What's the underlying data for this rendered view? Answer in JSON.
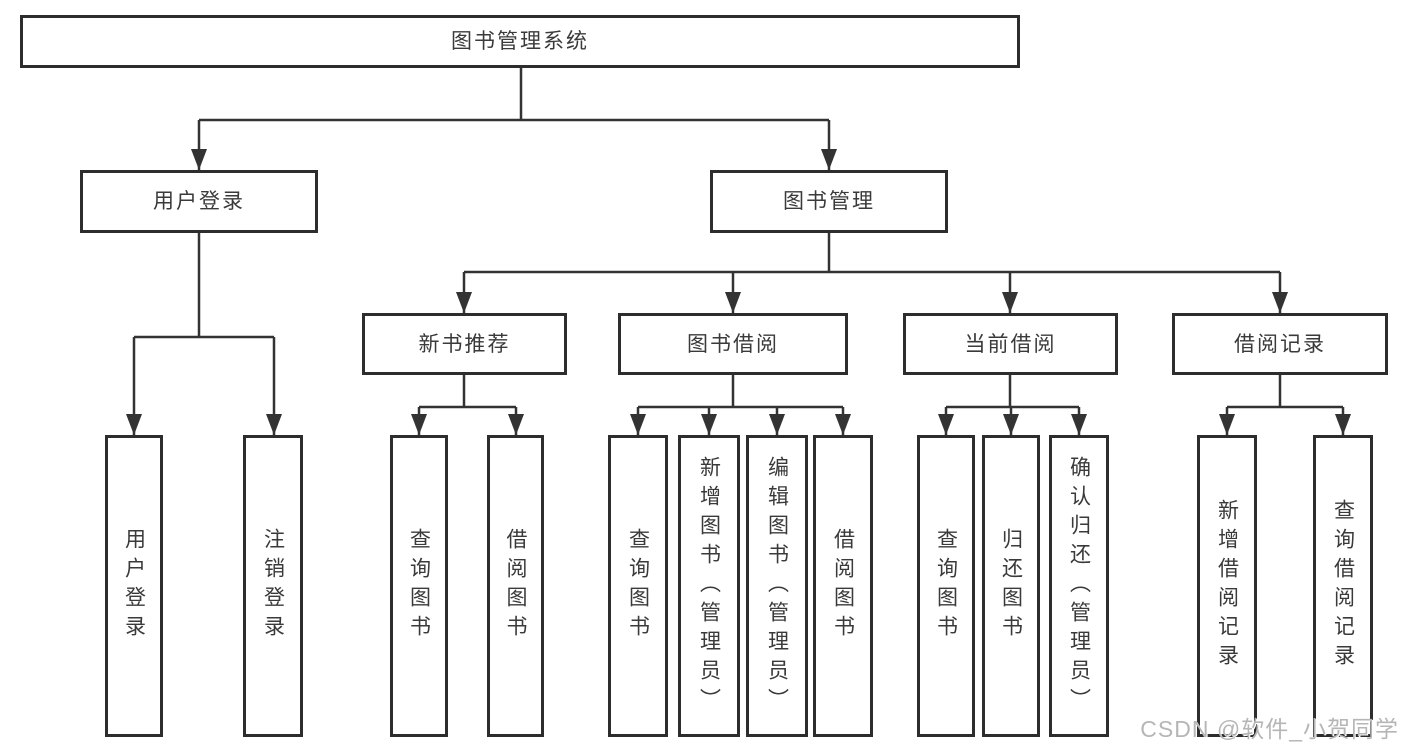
{
  "diagram": {
    "type": "feature-tree",
    "tree": {
      "root": {
        "label": "图书管理系统"
      },
      "children": [
        {
          "label": "用户登录",
          "children": [
            {
              "label": "用户登录"
            },
            {
              "label": "注销登录"
            }
          ]
        },
        {
          "label": "图书管理",
          "children": [
            {
              "label": "新书推荐",
              "children": [
                {
                  "label": "查询图书"
                },
                {
                  "label": "借阅图书"
                }
              ]
            },
            {
              "label": "图书借阅",
              "children": [
                {
                  "label": "查询图书"
                },
                {
                  "label": "新增图书（管理员）"
                },
                {
                  "label": "编辑图书（管理员）"
                },
                {
                  "label": "借阅图书"
                }
              ]
            },
            {
              "label": "当前借阅",
              "children": [
                {
                  "label": "查询图书"
                },
                {
                  "label": "归还图书"
                },
                {
                  "label": "确认归还（管理员）"
                }
              ]
            },
            {
              "label": "借阅记录",
              "children": [
                {
                  "label": "新增借阅记录"
                },
                {
                  "label": "查询借阅记录"
                }
              ]
            }
          ]
        }
      ]
    },
    "colors": {
      "line": "#333333",
      "box_border": "#2d2d2d",
      "box_fill": "#ffffff",
      "text": "#3a3a3a",
      "background": "#ffffff",
      "watermark_text": "#b6b6b6"
    }
  },
  "watermark": {
    "text": "CSDN @软件_小贺同学"
  }
}
